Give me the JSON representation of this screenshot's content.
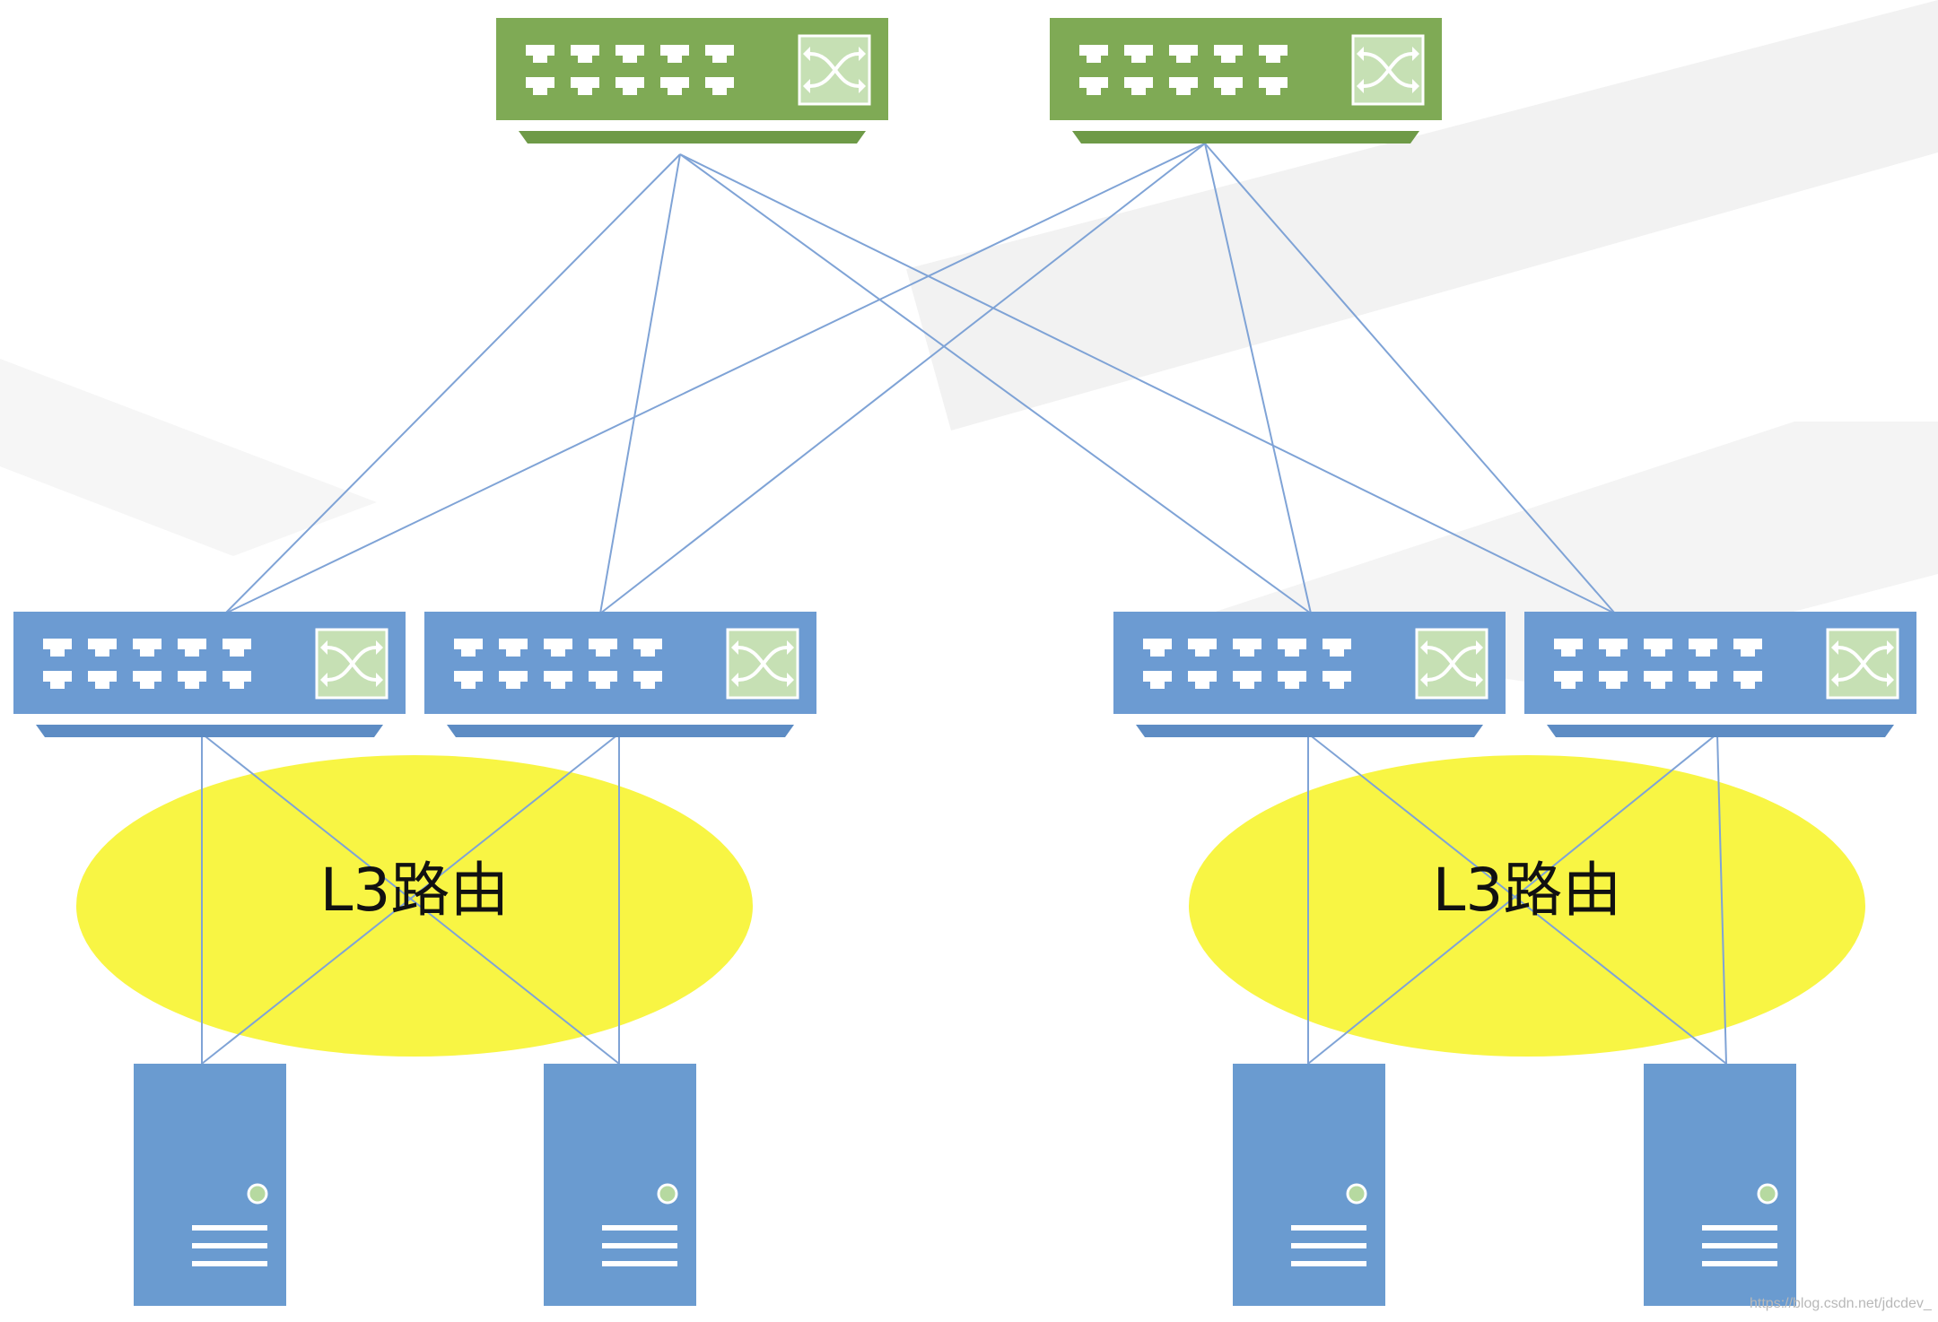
{
  "diagram": {
    "zones": [
      {
        "label": "L3路由"
      },
      {
        "label": "L3路由"
      }
    ],
    "watermark": "https://blog.csdn.net/jdcdev_",
    "colors": {
      "spine": "#7faa55",
      "spine_dark": "#6e9a47",
      "leaf": "#6c9bd2",
      "leaf_dark": "#5d8cc4",
      "server": "#6a9bd0",
      "server_led": "#b6d9a0",
      "link": "#7fa3d6",
      "zone": "#f8f544",
      "icon_fill": "#c6e0b4"
    },
    "devices": {
      "spines": [
        "spine-switch",
        "spine-switch"
      ],
      "leaves": [
        "leaf-switch",
        "leaf-switch",
        "leaf-switch",
        "leaf-switch"
      ],
      "servers": [
        "server",
        "server",
        "server",
        "server"
      ]
    }
  }
}
